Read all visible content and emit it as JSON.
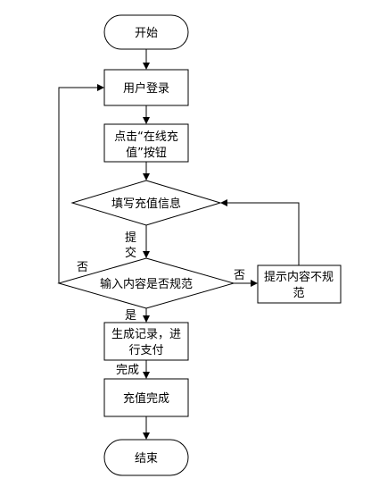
{
  "nodes": {
    "start": "开始",
    "login": "用户登录",
    "recharge_btn": [
      "点击“在线充",
      "值”按钮"
    ],
    "fill_info": "填写充值信息",
    "validate": "输入内容是否规范",
    "prompt": [
      "提示内容不规",
      "范"
    ],
    "generate": [
      "生成记录，进",
      "行支付"
    ],
    "done": "充值完成",
    "end": "结束"
  },
  "labels": {
    "submit": [
      "提",
      "交"
    ],
    "no_left": "否",
    "no_right": "否",
    "yes": "是",
    "complete": "完成"
  }
}
